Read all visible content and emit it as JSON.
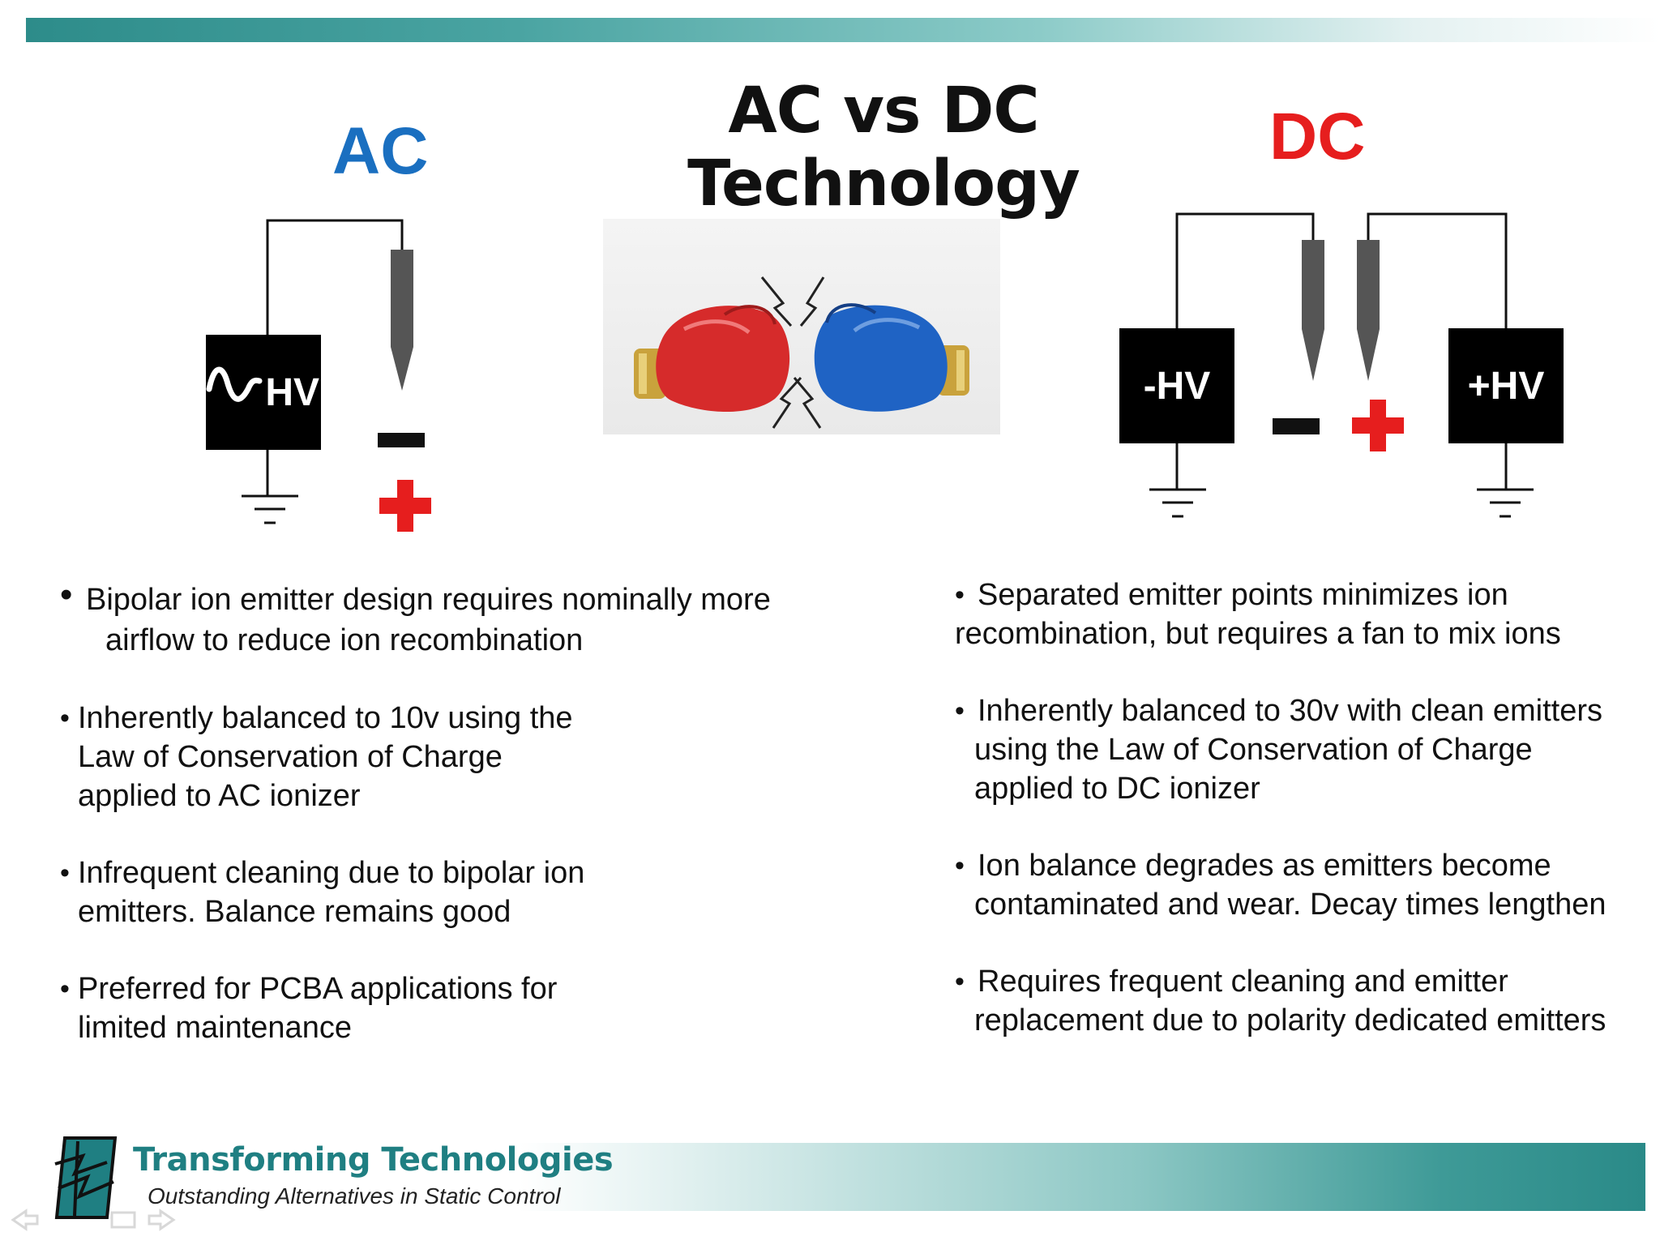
{
  "slide": {
    "title": "AC vs DC Technology",
    "ac_heading": "AC",
    "dc_heading": "DC",
    "ac_box_label": "HV",
    "dc_neg_label": "-HV",
    "dc_pos_label": "+HV",
    "ac_bullets": [
      {
        "line1": "Bipolar ion emitter design requires nominally more",
        "line2": "airflow to reduce ion recombination",
        "line3": ""
      },
      {
        "line1": "Inherently balanced to 10v using the",
        "line2": "Law of Conservation of Charge",
        "line3": "applied to AC ionizer"
      },
      {
        "line1": "Infrequent cleaning due to bipolar ion",
        "line2": "emitters. Balance remains good",
        "line3": ""
      },
      {
        "line1": "Preferred for PCBA  applications for",
        "line2": "limited maintenance",
        "line3": ""
      }
    ],
    "dc_bullets": [
      {
        "line1": "Separated emitter points minimizes ion",
        "line2": "recombination, but requires a fan to mix ions",
        "line3": ""
      },
      {
        "line1": "Inherently balanced to 30v with clean emitters",
        "line2": "using the Law of Conservation of Charge",
        "line3": "applied to DC ionizer"
      },
      {
        "line1": "Ion balance degrades as emitters become",
        "line2": "contaminated and wear. Decay times lengthen",
        "line3": ""
      },
      {
        "line1": "Requires frequent cleaning and emitter",
        "line2": "replacement due to polarity dedicated emitters",
        "line3": ""
      }
    ],
    "logo": {
      "name": "Transforming Technologies",
      "tagline": "Outstanding Alternatives in Static Control"
    },
    "colors": {
      "ac_blue": "#1a6fc0",
      "dc_red": "#e61e1e",
      "brand_teal": "#1f7f82",
      "glove_red": "#d62b2b",
      "glove_blue": "#1f63c4"
    },
    "icons": [
      "sine-wave-icon",
      "ground-icon",
      "emitter-needle-icon",
      "minus-icon",
      "plus-icon",
      "boxing-gloves-image",
      "lightning-icon",
      "logo-icon",
      "nav-arrows-icon"
    ]
  }
}
